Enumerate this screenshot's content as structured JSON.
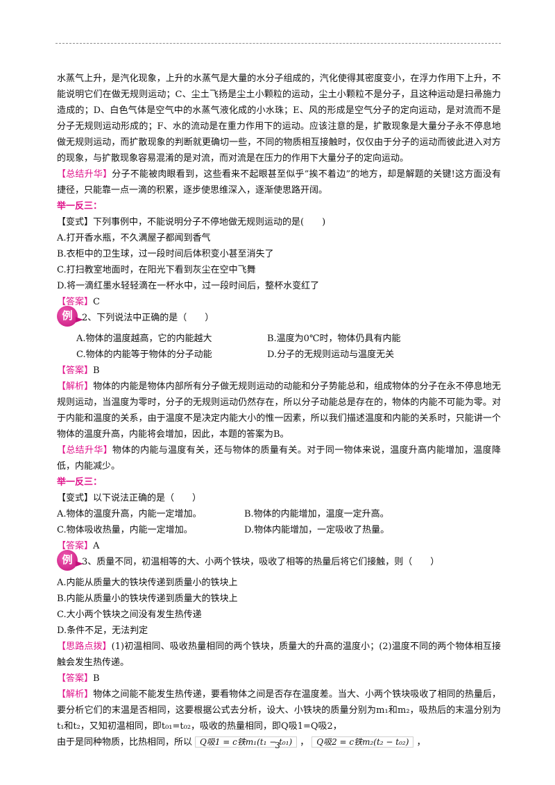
{
  "para1": "水蒸气上升，是汽化现象，上升的水蒸气是大量的水分子组成的，汽化使得其密度变小，在浮力作用下上升，不能说明它们在做无规则运动；C、尘土飞扬是尘土小颗粒的运动，尘土小颗粒不是分子，且这种运动是扫帚施力造成的；D、白色气体是空气中的水蒸气液化成的小水珠；E、风的形成是空气分子的定向运动，是对流而不是分子无规则运动形成的；F、水的流动是在重力作用下的运动。应该注意的是，扩散现象是大量分子永不停息地做无规则运动，而扩散现象的判断就更确切一些，不同的物质相互接触时，仅仅由于分子的运动而彼此进入对方的现象，与扩散现象容易混淆的是对流，而对流是在压力的作用下大量分子的定向运动。",
  "summary1": {
    "tag": "【总结升华】",
    "text": "分子不能被肉眼看到，这些看来不起眼甚至似乎”挨不着边”的地方，却是解题的关键!这方面没有捷径，只能靠一点一滴的积累，逐步使思维深入，逐渐使思路开阔。"
  },
  "jyfs1": "举一反三：",
  "variant1": {
    "tag": "【变式】",
    "q": "下列事例中，不能说明分子不停地做无规则运动的是(　　)",
    "options": [
      "A.打开香水瓶，不久满屋子都闻到香气",
      "B.衣柜中的卫生球，过一段时间后体积变小甚至消失了",
      "C.打扫教室地面时，在阳光下看到灰尘在空中飞舞",
      "D.将一滴红墨水轻轻滴在一杯水中，过一段时间后，整杯水变红了"
    ],
    "answer_tag": "【答案】",
    "answer": "C"
  },
  "example2": {
    "badge": "例",
    "q": "2、下列说法中正确的是（　　）",
    "options": [
      "A.物体的温度越高，它的内能越大",
      "B.温度为0℃时，物体仍具有内能",
      "C.物体的内能等于物体的分子动能",
      "D.分子的无规则运动与温度无关"
    ],
    "answer_tag": "【答案】",
    "answer": "B",
    "analysis_tag": "【解析】",
    "analysis": "物体的内能是物体内部所有分子做无规则运动的动能和分子势能总和，组成物体的分子在永不停息地无规则运动，当温度为零时，分子的无规则运动仍然存在，所以分子动能总是存在的，物体的内能不可能为零。对于内能和温度的关系，由于温度不是决定内能大小的惟一因素，所以我们描述温度和内能的关系时，只能讲一个物体的温度升高，内能将会增加，因此，本题的答案为B。",
    "summary_tag": "【总结升华】",
    "summary": "物体的内能与温度有关，还与物体的质量有关。对于同一物体来说，温度升高内能增加，温度降低，内能减少。"
  },
  "jyfs2": "举一反三：",
  "variant2": {
    "tag": "【变式】",
    "q": "以下说法正确的是（　　）",
    "options": [
      "A.物体的温度升高，内能一定增加。",
      "B.物体的内能增加，温度一定升高。",
      "C.物体吸收热量，内能一定增加。",
      "D.物体内能增加，一定吸收了热量。"
    ],
    "answer_tag": "【答案】",
    "answer": "A"
  },
  "example3": {
    "badge": "例",
    "q": "3、质量不同，初温相等的大、小两个铁块，吸收了相等的热量后将它们接触，则（　　）",
    "options": [
      "A.内能从质量大的铁块传递到质量小的铁块上",
      "B.内能从质量小的铁块传递到质量大的铁块上",
      "C.大小两个铁块之间没有发生热传递",
      "D.条件不足，无法判定"
    ],
    "hint_tag": "【思路点拨】",
    "hint": "(1)初温相同、吸收热量相同的两个铁块，质量大的升高的温度小；(2)温度不同的两个物体相互接触会发生热传递。",
    "answer_tag": "【答案】",
    "answer": "B",
    "analysis_tag": "【解析】",
    "analysis": "物体之间能不能发生热传递，要看物体之间是否存在温度差。当大、小两个铁块吸收了相同的热量后，要分析它们的末温是否相同，这要根据公式去分析，设大、小铁块的质量分别为m₁和m₂，吸热后的末温分别为t₁和t₂，又知初温相同，即t₀₁=t₀₂，吸收的热量相同，即Q吸1=Q吸2，",
    "last_prefix": "由于是同种物质，比热相同，所以",
    "formula1": "Q吸1 = c铁m₁(t₁ − t₀₁)",
    "formula2": "Q吸2 = c铁m₂(t₂ − t₀₂)"
  },
  "page_number": "3"
}
